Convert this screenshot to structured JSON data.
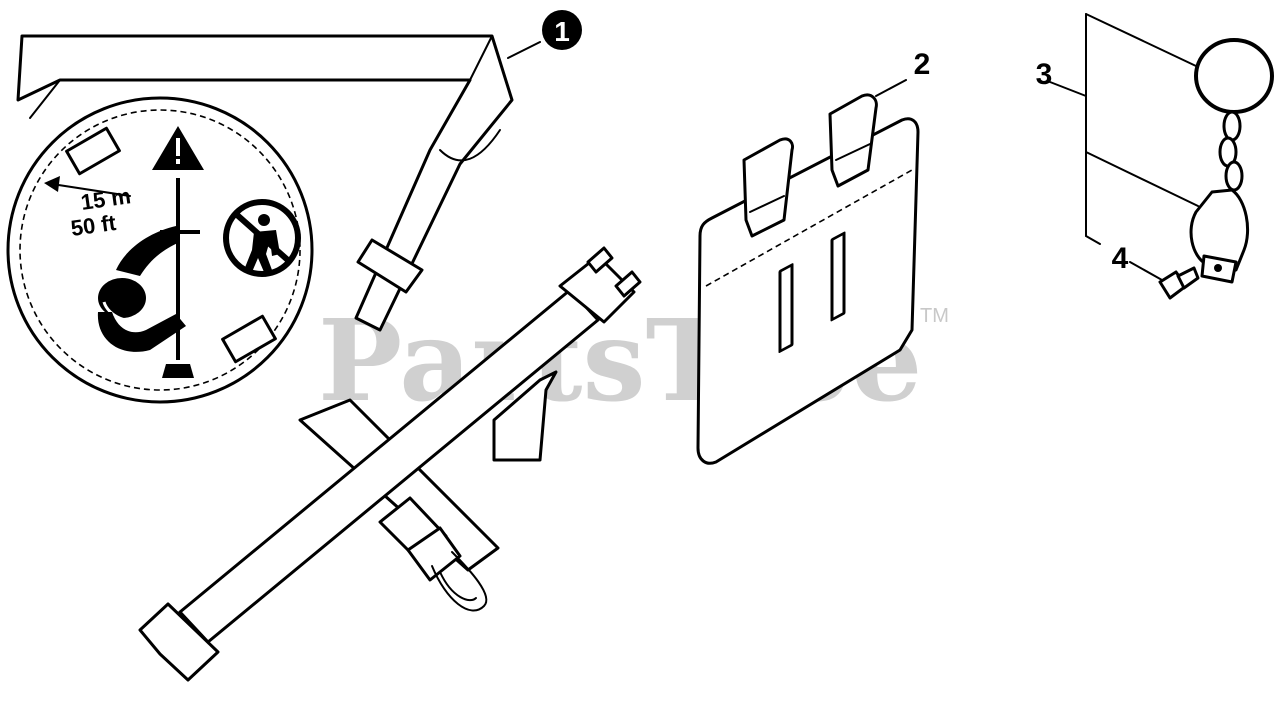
{
  "diagram": {
    "callouts": [
      "1",
      "2",
      "3",
      "4"
    ],
    "label_distance_m": "15 m",
    "label_distance_ft": "50 ft",
    "watermark": "PartsTree",
    "trademark": "TM"
  }
}
